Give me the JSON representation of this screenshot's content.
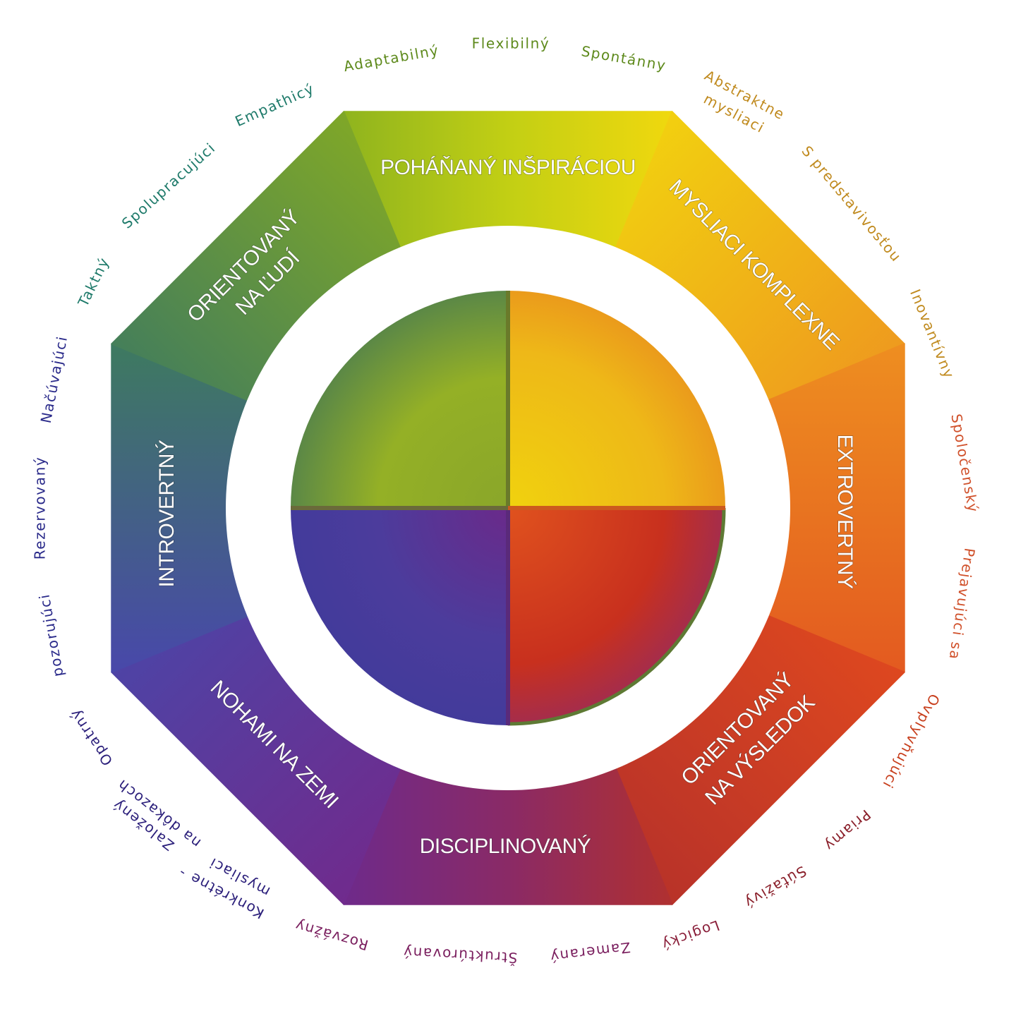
{
  "colors": {
    "green_yellow": "#b5c916",
    "yellow": "#f0d40e",
    "orange": "#ec8420",
    "red_orange": "#e0461e",
    "red": "#c8301e",
    "purple": "#7a2a86",
    "blue_violet": "#4a46a6",
    "teal": "#3f7a5c",
    "olive_green": "#6f9a2a"
  },
  "ring": {
    "top": "POHÁŇANÝ INŠPIRÁCIOU",
    "top_right": "MYSLIACI KOMPLEXNE",
    "right": "EXTROVERTNÝ",
    "bottom_right_1": "ORIENTOVANÝ",
    "bottom_right_2": "NA VÝSLEDOK",
    "bottom": "DISCIPLINOVANÝ",
    "bottom_left": "NOHAMI NA ZEMI",
    "left": "INTROVERTNÝ",
    "top_left_1": "ORIENTOVANÝ",
    "top_left_2": "NA ĽUDÍ"
  },
  "outer_words": [
    {
      "id": "adaptabilny",
      "text": "Adaptabilný",
      "color": "#5e8a1c"
    },
    {
      "id": "flexibilny",
      "text": "Flexibilný",
      "color": "#5e8a1c"
    },
    {
      "id": "spontanny",
      "text": "Spontánny",
      "color": "#5e8a1c"
    },
    {
      "id": "abstraktne",
      "text": "Abstraktne",
      "color": "#c08a1e"
    },
    {
      "id": "mysliaci-1",
      "text": "mysliaci",
      "color": "#c08a1e"
    },
    {
      "id": "s-predstavivostou",
      "text": "S predstavivosťou",
      "color": "#c08a1e"
    },
    {
      "id": "inovantivny",
      "text": "Inovantívny",
      "color": "#c08a1e"
    },
    {
      "id": "spolocensky",
      "text": "Spoločenský",
      "color": "#d0502a"
    },
    {
      "id": "prejavujuci-sa",
      "text": "Prejavujúci sa",
      "color": "#d0502a"
    },
    {
      "id": "oplyvnujuci",
      "text": "Ovplyvňujúci",
      "color": "#c8401e"
    },
    {
      "id": "priamy",
      "text": "Priamy",
      "color": "#8a1f2a"
    },
    {
      "id": "sutazivy",
      "text": "Súťaživý",
      "color": "#8a1f2a"
    },
    {
      "id": "logicky",
      "text": "Logický",
      "color": "#8a1f3a"
    },
    {
      "id": "zamerany",
      "text": "Zameraný",
      "color": "#7a1e5e"
    },
    {
      "id": "strukturovany",
      "text": "Štruktúrovaný",
      "color": "#7a1e5e"
    },
    {
      "id": "rozvazny",
      "text": "Rozvážny",
      "color": "#7a1e5e"
    },
    {
      "id": "konkretne",
      "text": "Konkrétne",
      "color": "#2a1e7a"
    },
    {
      "id": "mysliaci-2",
      "text": "mysliaci",
      "color": "#2a1e7a"
    },
    {
      "id": "zalozeny",
      "text": "Založený",
      "color": "#2a1e7a"
    },
    {
      "id": "na-dokazoch",
      "text": "na dôkazoch",
      "color": "#2a1e7a"
    },
    {
      "id": "dash",
      "text": "-",
      "color": "#2a1e7a"
    },
    {
      "id": "opatrny",
      "text": "Opatrný",
      "color": "#2a1e7a"
    },
    {
      "id": "pozorujuci",
      "text": "pozorujúci",
      "color": "#2a2a8a"
    },
    {
      "id": "rezervovany",
      "text": "Rezervovaný",
      "color": "#2a2a8a"
    },
    {
      "id": "nacuvajuci",
      "text": "Načúvajúci",
      "color": "#2a2a8a"
    },
    {
      "id": "taktny",
      "text": "Taktný",
      "color": "#1e7a6a"
    },
    {
      "id": "spolupracujuci",
      "text": "Spolupracujúci",
      "color": "#1e7a6a"
    },
    {
      "id": "empathicy",
      "text": "Empathicý",
      "color": "#1e7a6a"
    }
  ]
}
